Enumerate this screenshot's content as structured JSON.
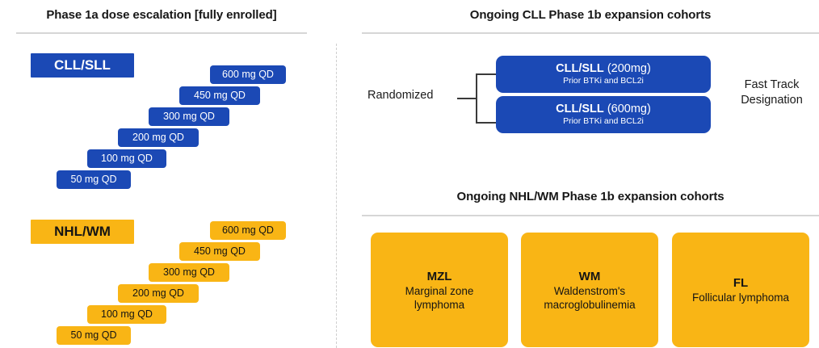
{
  "left_panel": {
    "title": "Phase 1a dose escalation [fully enrolled]",
    "ladders": [
      {
        "disease": "CLL/SLL",
        "color": "#1B49B5",
        "scheme": "blue",
        "steps": [
          {
            "label": "50 mg QD",
            "dose_mg": 50,
            "frequency": "QD"
          },
          {
            "label": "100 mg QD",
            "dose_mg": 100,
            "frequency": "QD"
          },
          {
            "label": "200 mg QD",
            "dose_mg": 200,
            "frequency": "QD"
          },
          {
            "label": "300 mg QD",
            "dose_mg": 300,
            "frequency": "QD"
          },
          {
            "label": "450 mg QD",
            "dose_mg": 450,
            "frequency": "QD"
          },
          {
            "label": "600 mg QD",
            "dose_mg": 600,
            "frequency": "QD"
          }
        ]
      },
      {
        "disease": "NHL/WM",
        "color": "#F9B515",
        "scheme": "yellow",
        "steps": [
          {
            "label": "50 mg QD",
            "dose_mg": 50,
            "frequency": "QD"
          },
          {
            "label": "100 mg QD",
            "dose_mg": 100,
            "frequency": "QD"
          },
          {
            "label": "200 mg QD",
            "dose_mg": 200,
            "frequency": "QD"
          },
          {
            "label": "300 mg QD",
            "dose_mg": 300,
            "frequency": "QD"
          },
          {
            "label": "450 mg QD",
            "dose_mg": 450,
            "frequency": "QD"
          },
          {
            "label": "600 mg QD",
            "dose_mg": 600,
            "frequency": "QD"
          }
        ]
      }
    ]
  },
  "cll_panel": {
    "title": "Ongoing CLL Phase 1b expansion cohorts",
    "randomized_label": "Randomized",
    "cohorts": [
      {
        "name": "CLL/SLL",
        "dose": "(200mg)",
        "subtitle": "Prior BTKi and BCL2i"
      },
      {
        "name": "CLL/SLL",
        "dose": "(600mg)",
        "subtitle": "Prior BTKi and BCL2i"
      }
    ],
    "fast_track": "Fast Track\nDesignation",
    "fast_track_line1": "Fast Track",
    "fast_track_line2": "Designation"
  },
  "nhl_panel": {
    "title": "Ongoing NHL/WM Phase 1b expansion cohorts",
    "cards": [
      {
        "abbr": "MZL",
        "name_line1": "Marginal zone",
        "name_line2": "lymphoma"
      },
      {
        "abbr": "WM",
        "name_line1": "Waldenstrom's",
        "name_line2": "macroglobulinemia"
      },
      {
        "abbr": "FL",
        "name_line1": "Follicular lymphoma",
        "name_line2": ""
      }
    ]
  },
  "colors": {
    "blue": "#1B49B5",
    "yellow": "#F9B515",
    "rule": "#D6D6D6",
    "divider": "#CFCFCF",
    "text": "#1A1A1A"
  }
}
